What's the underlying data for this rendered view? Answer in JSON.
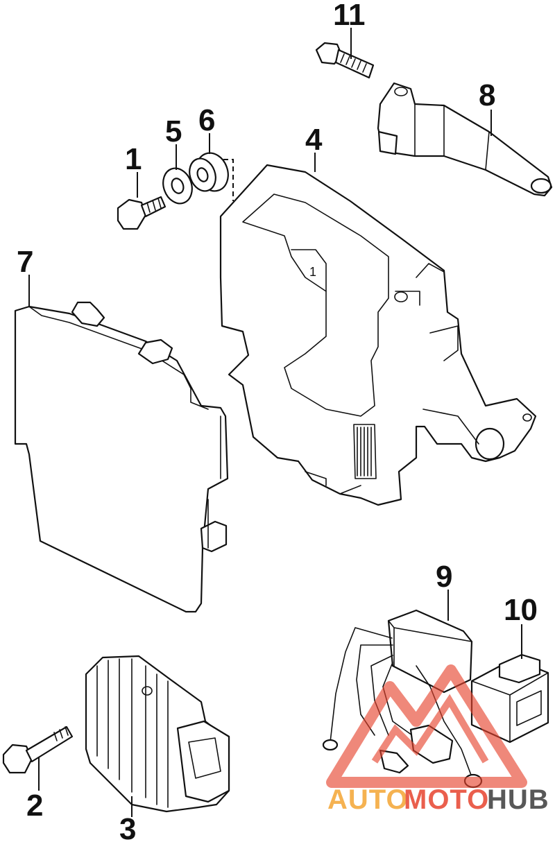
{
  "callouts": {
    "p1": "1",
    "p2": "2",
    "p3": "3",
    "p4": "4",
    "p5": "5",
    "p6": "6",
    "p7": "7",
    "p8": "8",
    "p9": "9",
    "p10": "10",
    "p11": "11"
  },
  "watermark": {
    "part_auto": "AUTO",
    "part_moto": "MOTO",
    "part_hub": "HUB",
    "colors": {
      "auto": "#f4a533",
      "moto": "#e7442f",
      "hub": "#3b3b3b",
      "triangle": "#e7442f"
    }
  }
}
